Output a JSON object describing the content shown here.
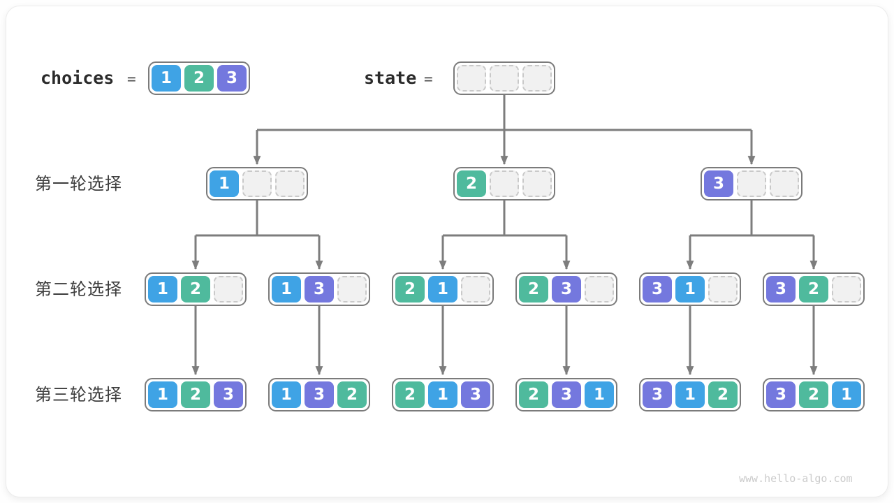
{
  "colors": {
    "value1": "#3FA3E5",
    "value2": "#4FBA9D",
    "value3": "#7478DE",
    "arrow": "#7D7D7D",
    "box_border": "#7B7B7B",
    "empty_cell_bg": "#F1F1F1",
    "empty_cell_border": "#C9C9C9"
  },
  "header": {
    "choices_label": "choices",
    "equals": "=",
    "state_label": "state",
    "choices_cells": [
      1,
      2,
      3
    ],
    "state_cells": [
      null,
      null,
      null
    ]
  },
  "row_labels": [
    "第一轮选择",
    "第二轮选择",
    "第三轮选择"
  ],
  "tree": {
    "round1": [
      [
        1,
        null,
        null
      ],
      [
        2,
        null,
        null
      ],
      [
        3,
        null,
        null
      ]
    ],
    "round2": [
      [
        1,
        2,
        null
      ],
      [
        1,
        3,
        null
      ],
      [
        2,
        1,
        null
      ],
      [
        2,
        3,
        null
      ],
      [
        3,
        1,
        null
      ],
      [
        3,
        2,
        null
      ]
    ],
    "round3": [
      [
        1,
        2,
        3
      ],
      [
        1,
        3,
        2
      ],
      [
        2,
        1,
        3
      ],
      [
        2,
        3,
        1
      ],
      [
        3,
        1,
        2
      ],
      [
        3,
        2,
        1
      ]
    ]
  },
  "footer": {
    "watermark": "www.hello-algo.com"
  }
}
